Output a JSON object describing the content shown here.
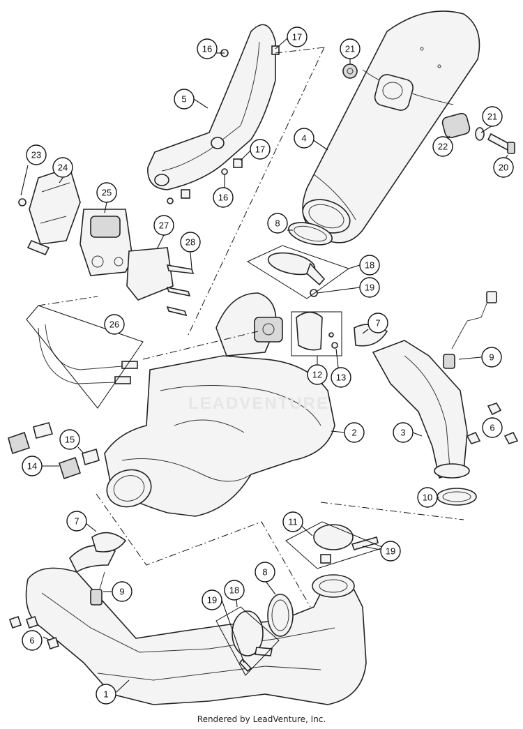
{
  "diagram": {
    "callouts": [
      "1",
      "2",
      "3",
      "4",
      "5",
      "6",
      "6",
      "7",
      "7",
      "8",
      "8",
      "9",
      "9",
      "10",
      "11",
      "12",
      "13",
      "14",
      "15",
      "16",
      "16",
      "17",
      "17",
      "18",
      "18",
      "19",
      "19",
      "19",
      "20",
      "21",
      "21",
      "22",
      "23",
      "24",
      "25",
      "26",
      "27",
      "28"
    ]
  },
  "footer": {
    "credit": "Rendered by LeadVenture, Inc."
  }
}
